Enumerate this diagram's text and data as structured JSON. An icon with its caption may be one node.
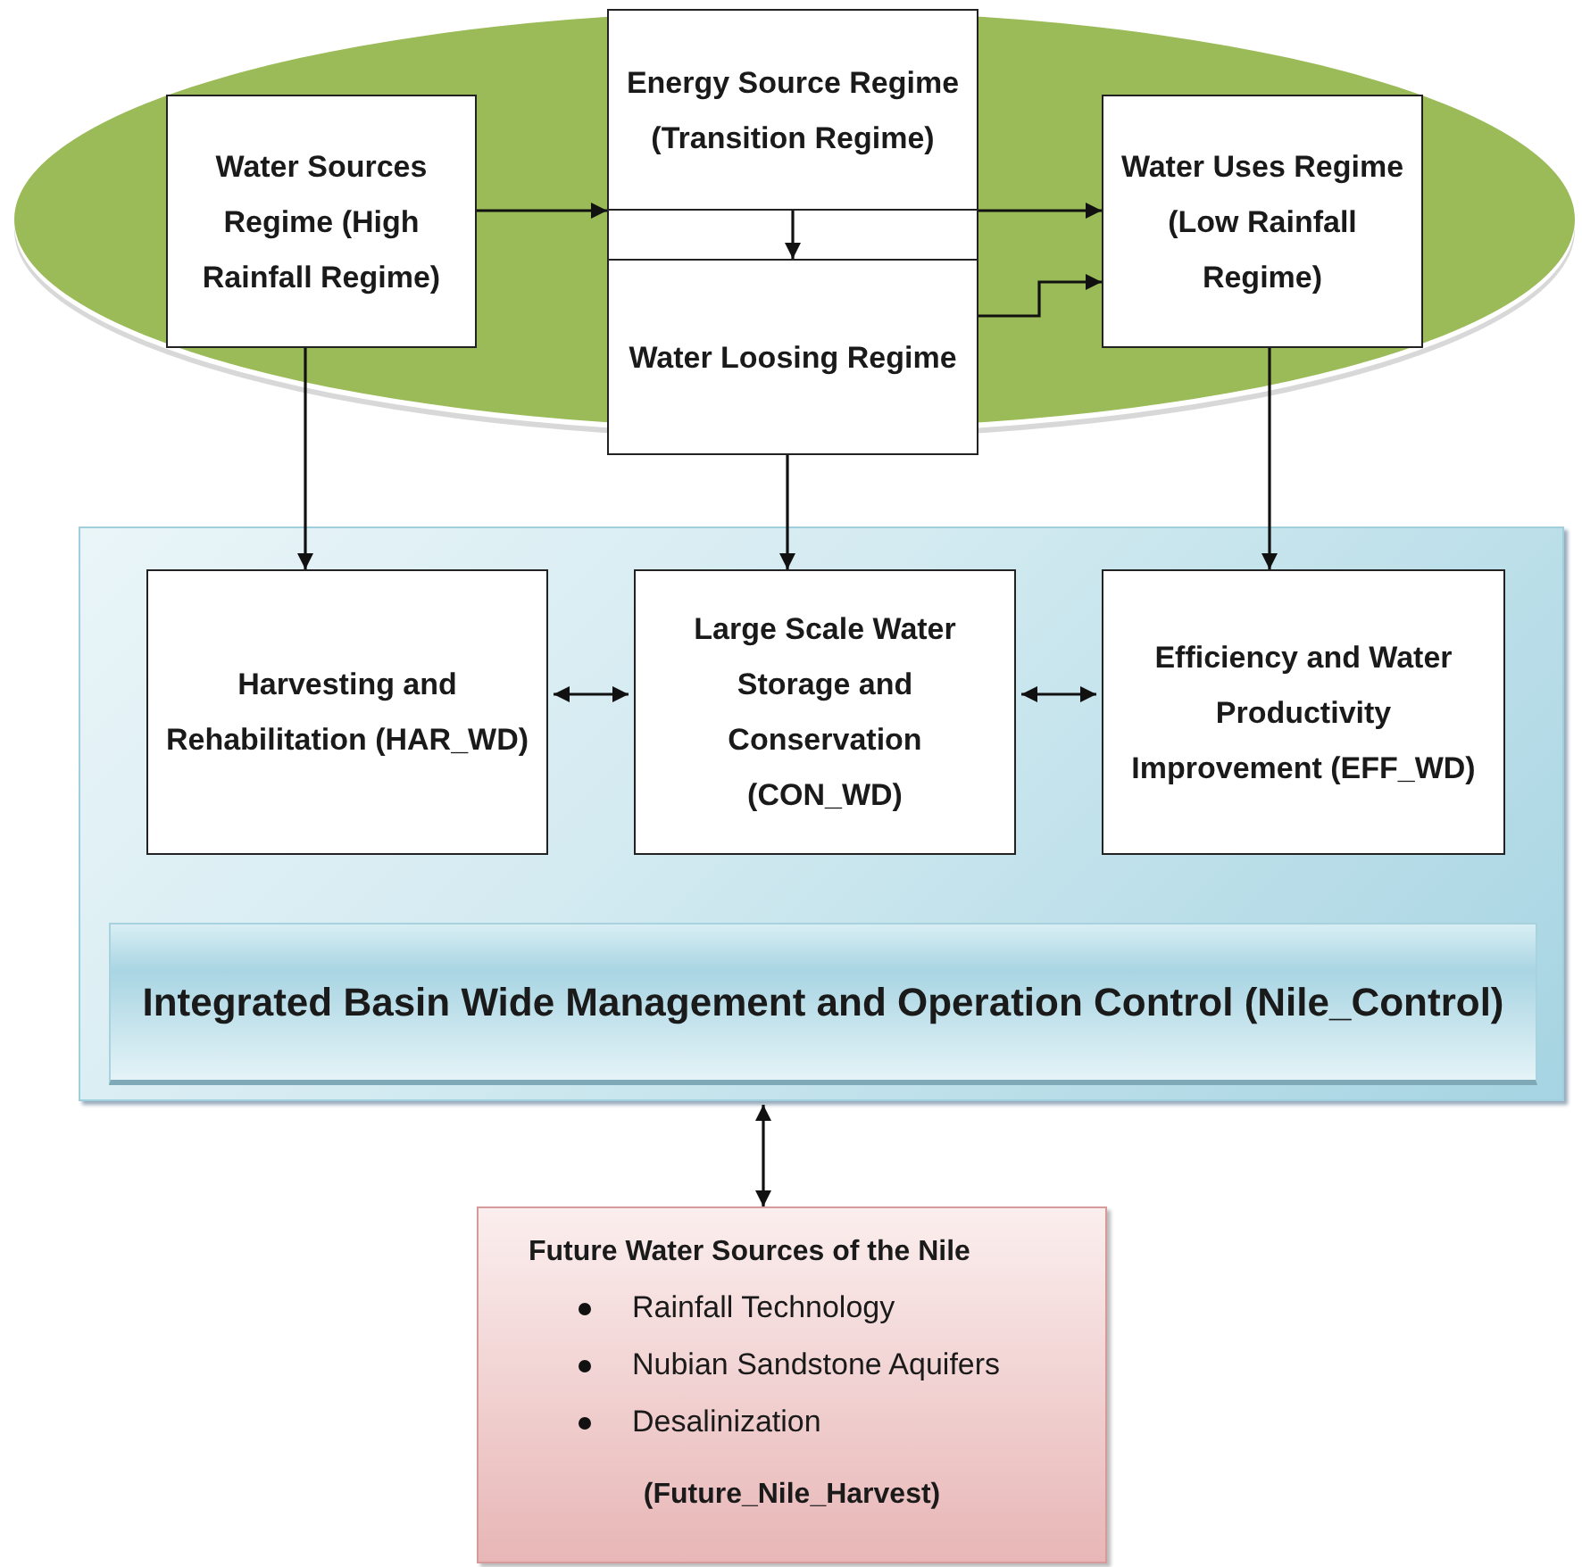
{
  "diagram": {
    "nodes": [
      {
        "text": [],
        "shape": "ellipse"
      },
      {
        "text": [
          "Water Sources Regime (High Rainfall Regime)"
        ],
        "in": 0
      },
      {
        "text": [
          "Energy Source Regime (Transition Regime)"
        ]
      },
      {
        "text": [
          "Water Loosing Regime"
        ]
      },
      {
        "text": [
          "Water Uses Regime (Low Rainfall Regime)"
        ],
        "in": 0
      },
      {
        "text": [],
        "shape": "box"
      },
      {
        "text": [
          "Harvesting and Rehabilitation (HAR_WD)"
        ],
        "in": 5
      },
      {
        "text": [
          "Large Scale Water Storage and Conservation (CON_WD)"
        ],
        "in": 5
      },
      {
        "text": [
          "Efficiency and Water Productivity Improvement (EFF_WD)"
        ],
        "in": 5
      },
      {
        "text": [
          "Integrated Basin Wide Management and Operation Control (Nile_Control)"
        ],
        "in": 5
      },
      {
        "text": [
          "Future Water Sources of the Nile",
          "Rainfall Technology",
          "Nubian Sandstone Aquifers",
          "Desalinization",
          "(Future_Nile_Harvest)"
        ]
      }
    ],
    "edges": [
      {
        "from": 1,
        "to": 2,
        "arrow": "to"
      },
      {
        "from": 2,
        "to": 4,
        "arrow": "to"
      },
      {
        "from": 2,
        "to": 3,
        "arrow": "to"
      },
      {
        "from": 3,
        "to": 4,
        "arrow": "to"
      },
      {
        "from": 1,
        "to": 6,
        "arrow": "to"
      },
      {
        "from": 3,
        "to": 7,
        "arrow": "to"
      },
      {
        "from": 4,
        "to": 8,
        "arrow": "to"
      },
      {
        "from": 6,
        "to": 7,
        "arrow": "both"
      },
      {
        "from": 7,
        "to": 8,
        "arrow": "both"
      },
      {
        "from": 5,
        "to": 10,
        "arrow": "both"
      }
    ]
  }
}
